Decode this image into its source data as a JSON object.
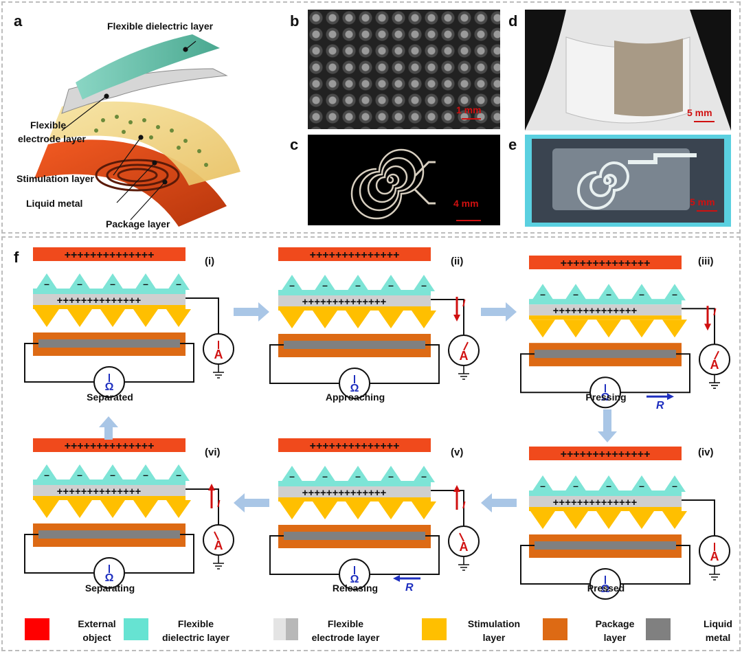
{
  "panels": {
    "a": "a",
    "b": "b",
    "c": "c",
    "d": "d",
    "e": "e",
    "f": "f"
  },
  "panel_a": {
    "flexible_dielectric": "Flexible dielectric layer",
    "flexible_electrode_1": "Flexible",
    "flexible_electrode_2": "electrode layer",
    "stimulation": "Stimulation layer",
    "liquid_metal": "Liquid metal",
    "package": "Package layer"
  },
  "scale": {
    "b": "1 mm",
    "c": "4 mm",
    "d": "5 mm",
    "e": "5 mm"
  },
  "stages": [
    {
      "num": "(i)",
      "name": "Separated"
    },
    {
      "num": "(ii)",
      "name": "Approaching"
    },
    {
      "num": "(iii)",
      "name": "Pressing"
    },
    {
      "num": "(iv)",
      "name": "Pressed"
    },
    {
      "num": "(v)",
      "name": "Releasing"
    },
    {
      "num": "(vi)",
      "name": "Separating"
    }
  ],
  "symbols": {
    "plus_row": "++++++++++++++",
    "current": "I",
    "resistance": "R",
    "ammeter": "A",
    "ohm": "Ω"
  },
  "legend": [
    {
      "line1": "External",
      "line2": "object",
      "color": "#ff0000"
    },
    {
      "line1": "Flexible",
      "line2": "dielectric layer",
      "color": "#66e3d2"
    },
    {
      "line1": "Flexible",
      "line2": "electrode layer",
      "color": "#c8c8c8"
    },
    {
      "line1": "Stimulation",
      "line2": "layer",
      "color": "#ffbf00"
    },
    {
      "line1": "Package",
      "line2": "layer",
      "color": "#dd6a14"
    },
    {
      "line1": "Liquid",
      "line2": "metal",
      "color": "#808080"
    }
  ],
  "colors": {
    "external": "#f04a1c",
    "dielectric": "#7de4d6",
    "electrode": "#cfcfcf",
    "stimulation": "#ffbf00",
    "package": "#dd6a14",
    "metal": "#808080",
    "arrow": "#a9c6e6",
    "current": "#d01010",
    "resistance": "#1e2fbf"
  }
}
